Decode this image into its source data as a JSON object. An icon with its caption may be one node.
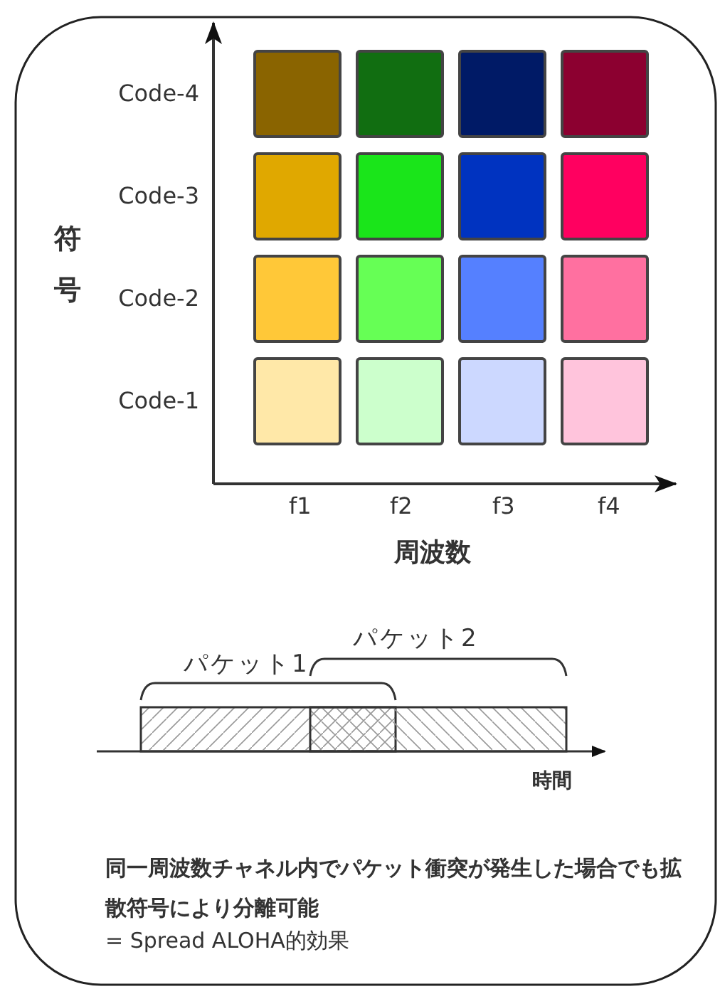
{
  "diagram": {
    "nodes": [
      {
        "text": [],
        "shape": "box"
      },
      {
        "text": [],
        "shape": "box"
      },
      {
        "text": [],
        "shape": "box"
      },
      {
        "text": [],
        "shape": "box"
      },
      {
        "text": [],
        "shape": "box"
      },
      {
        "text": [],
        "shape": "box"
      },
      {
        "text": [],
        "shape": "box"
      },
      {
        "text": [],
        "shape": "box"
      },
      {
        "text": [],
        "shape": "box"
      },
      {
        "text": [],
        "shape": "box"
      },
      {
        "text": [],
        "shape": "box"
      },
      {
        "text": [],
        "shape": "box"
      },
      {
        "text": [],
        "shape": "box"
      },
      {
        "text": [],
        "shape": "box"
      },
      {
        "text": [],
        "shape": "box"
      },
      {
        "text": [],
        "shape": "box"
      },
      {
        "text": [
          "パケット1"
        ]
      },
      {
        "text": [
          "パケット2"
        ]
      }
    ],
    "labels": [
      "Code-4",
      "Code-3",
      "符号",
      "Code-2",
      "Code-1",
      "f1",
      "f2",
      "f3",
      "f4",
      "周波数",
      "時間",
      "同一周波数チャネル内でパケット衝突が発生した場合でも拡散符号により分離可能",
      "= Spread ALOHA的効果"
    ]
  }
}
